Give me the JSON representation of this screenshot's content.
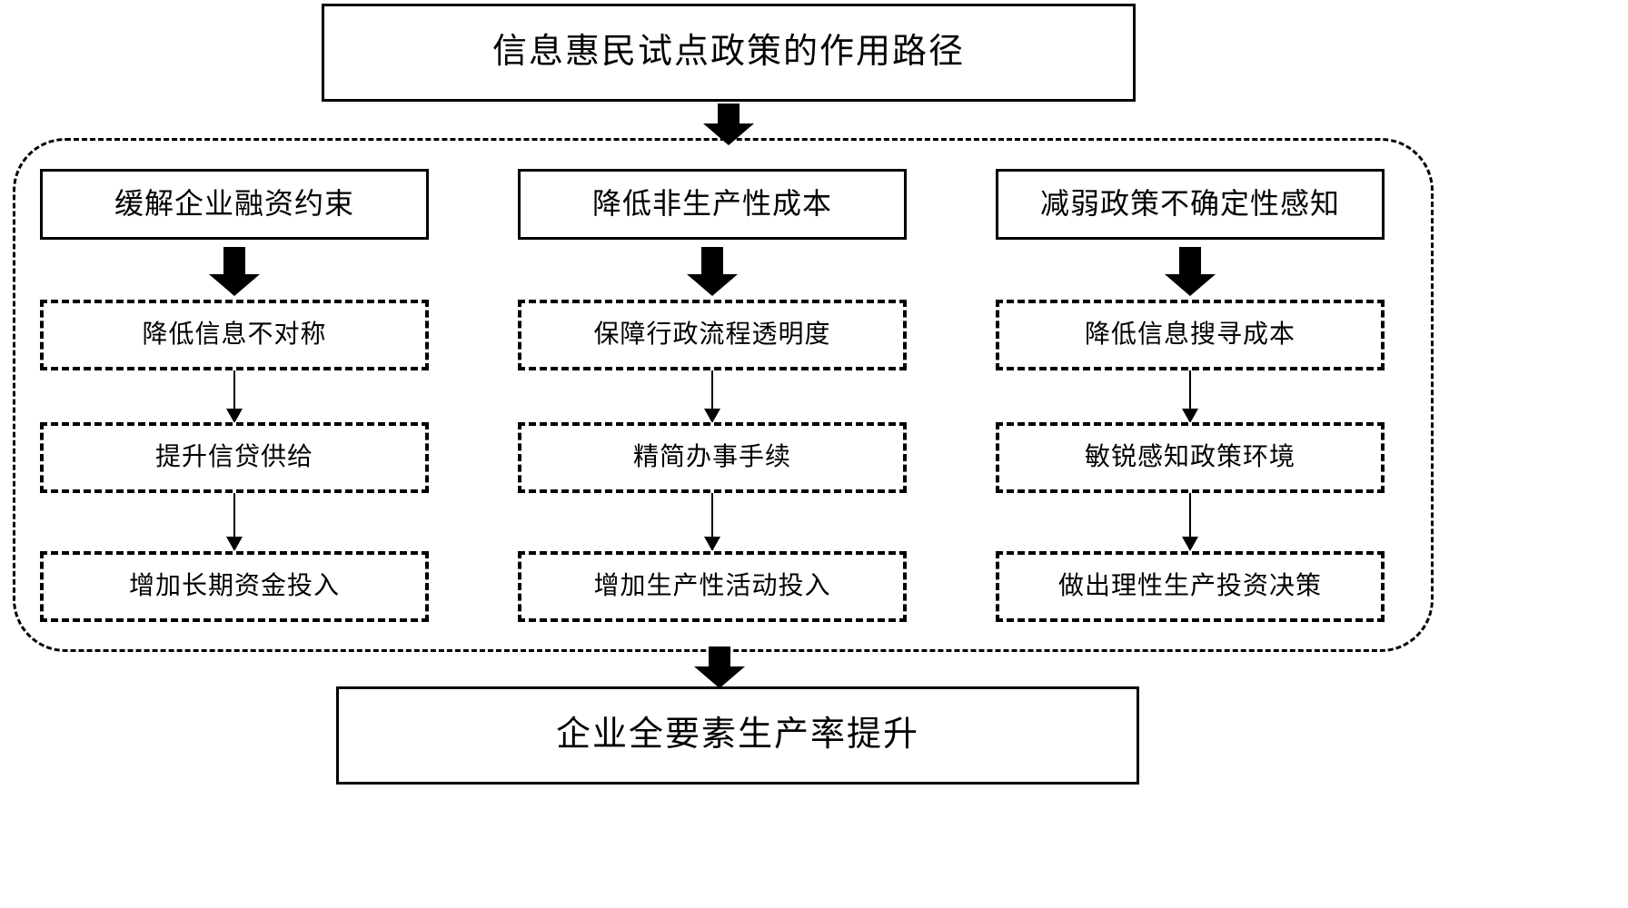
{
  "diagram": {
    "title": "信息惠民试点政策的作用路径",
    "outcome": "企业全要素生产率提升",
    "channels": [
      {
        "heading": "缓解企业融资约束",
        "steps": [
          "降低信息不对称",
          "提升信贷供给",
          "增加长期资金投入"
        ]
      },
      {
        "heading": "降低非生产性成本",
        "steps": [
          "保障行政流程透明度",
          "精简办事手续",
          "增加生产性活动投入"
        ]
      },
      {
        "heading": "减弱政策不确定性感知",
        "steps": [
          "降低信息搜寻成本",
          "敏锐感知政策环境",
          "做出理性生产投资决策"
        ]
      }
    ]
  },
  "style": {
    "line_color": "#000000",
    "background": "#ffffff"
  }
}
